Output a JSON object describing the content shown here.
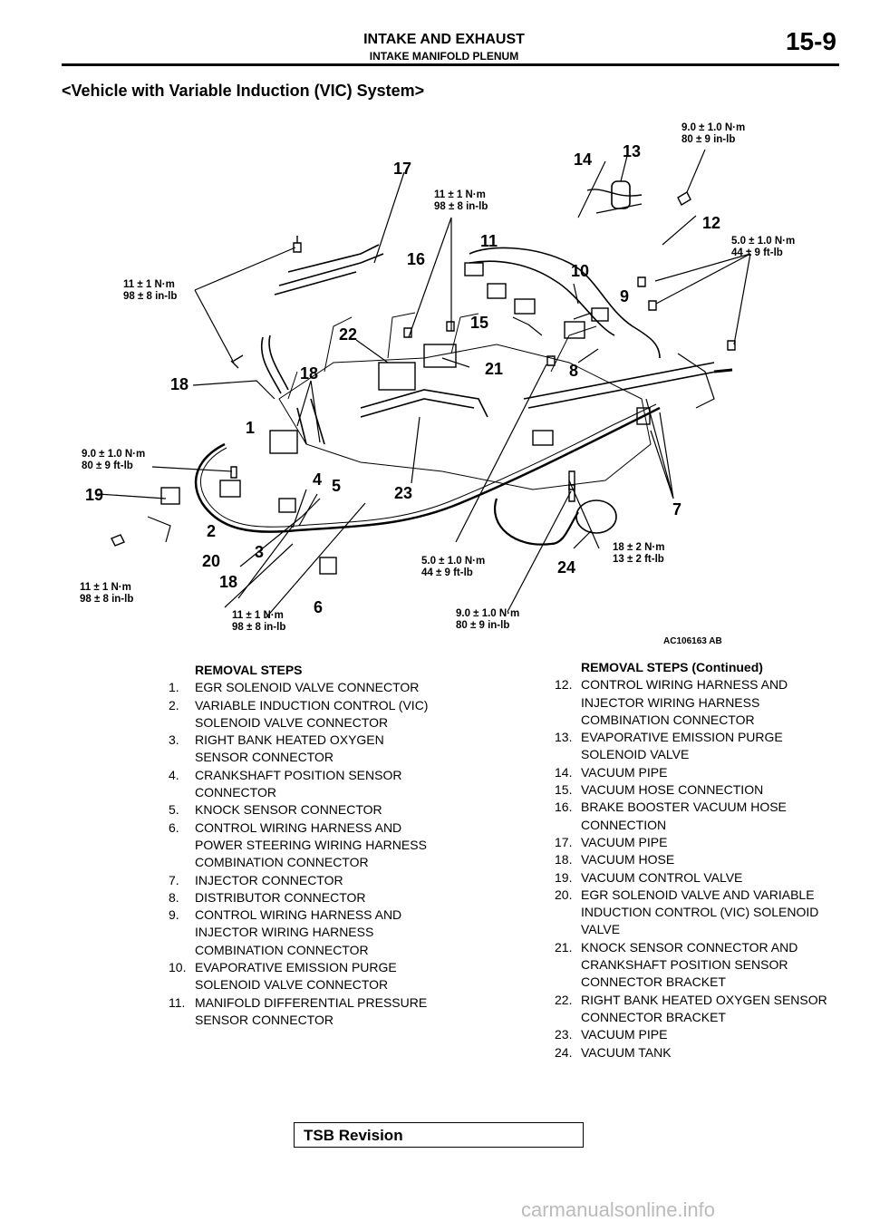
{
  "header": {
    "title": "INTAKE AND EXHAUST",
    "subtitle": "INTAKE MANIFOLD PLENUM",
    "page": "15-9"
  },
  "section_heading": "<Vehicle with Variable Induction (VIC) System>",
  "figure": {
    "code": "AC106163",
    "code_suffix": "AB",
    "callouts": [
      "1",
      "2",
      "3",
      "4",
      "5",
      "6",
      "7",
      "8",
      "9",
      "10",
      "11",
      "12",
      "13",
      "14",
      "15",
      "16",
      "17",
      "18",
      "18",
      "18",
      "19",
      "20",
      "21",
      "22",
      "23",
      "24"
    ],
    "torque": {
      "t1": [
        "9.0 ± 1.0 N·m",
        "80 ± 9 in-lb"
      ],
      "t2": [
        "11 ± 1 N·m",
        "98 ± 8 in-lb"
      ],
      "t3": [
        "5.0 ± 1.0 N·m",
        "44 ± 9 ft-lb"
      ],
      "t4": [
        "11 ± 1 N·m",
        "98 ± 8 in-lb"
      ],
      "t5": [
        "9.0 ± 1.0 N·m",
        "80 ± 9 ft-lb"
      ],
      "t6": [
        "11 ± 1 N·m",
        "98 ± 8 in-lb"
      ],
      "t7": [
        "11 ± 1 N·m",
        "98 ± 8 in-lb"
      ],
      "t8": [
        "5.0 ± 1.0 N·m",
        "44 ± 9 ft-lb"
      ],
      "t9": [
        "9.0 ± 1.0 N·m",
        "80 ± 9 in-lb"
      ],
      "t10": [
        "18 ± 2 N·m",
        "13 ± 2 ft-lb"
      ]
    }
  },
  "removal_left": {
    "heading": "REMOVAL STEPS",
    "items": [
      {
        "n": "1.",
        "t": "EGR SOLENOID VALVE CONNECTOR"
      },
      {
        "n": "2.",
        "t": "VARIABLE INDUCTION CONTROL (VIC) SOLENOID VALVE CONNECTOR"
      },
      {
        "n": "3.",
        "t": "RIGHT BANK HEATED OXYGEN SENSOR CONNECTOR"
      },
      {
        "n": "4.",
        "t": "CRANKSHAFT POSITION SENSOR CONNECTOR"
      },
      {
        "n": "5.",
        "t": "KNOCK SENSOR CONNECTOR"
      },
      {
        "n": "6.",
        "t": "CONTROL WIRING HARNESS AND POWER STEERING WIRING HARNESS COMBINATION CONNECTOR"
      },
      {
        "n": "7.",
        "t": "INJECTOR CONNECTOR"
      },
      {
        "n": "8.",
        "t": "DISTRIBUTOR CONNECTOR"
      },
      {
        "n": "9.",
        "t": "CONTROL WIRING HARNESS AND INJECTOR WIRING HARNESS COMBINATION CONNECTOR"
      },
      {
        "n": "10.",
        "t": "EVAPORATIVE EMISSION PURGE SOLENOID VALVE CONNECTOR"
      },
      {
        "n": "11.",
        "t": "MANIFOLD DIFFERENTIAL PRESSURE SENSOR CONNECTOR"
      }
    ]
  },
  "removal_right": {
    "heading": "REMOVAL STEPS (Continued)",
    "items": [
      {
        "n": "12.",
        "t": "CONTROL WIRING HARNESS AND INJECTOR WIRING HARNESS COMBINATION CONNECTOR"
      },
      {
        "n": "13.",
        "t": "EVAPORATIVE EMISSION PURGE SOLENOID VALVE"
      },
      {
        "n": "14.",
        "t": "VACUUM PIPE"
      },
      {
        "n": "15.",
        "t": "VACUUM HOSE CONNECTION"
      },
      {
        "n": "16.",
        "t": "BRAKE BOOSTER VACUUM HOSE CONNECTION"
      },
      {
        "n": "17.",
        "t": "VACUUM PIPE"
      },
      {
        "n": "18.",
        "t": "VACUUM HOSE"
      },
      {
        "n": "19.",
        "t": "VACUUM CONTROL VALVE"
      },
      {
        "n": "20.",
        "t": " EGR SOLENOID VALVE AND VARIABLE INDUCTION CONTROL (VIC) SOLENOID VALVE"
      },
      {
        "n": "21.",
        "t": "KNOCK SENSOR CONNECTOR AND CRANKSHAFT POSITION SENSOR CONNECTOR BRACKET"
      },
      {
        "n": "22.",
        "t": "RIGHT BANK HEATED OXYGEN SENSOR CONNECTOR BRACKET"
      },
      {
        "n": "23.",
        "t": "VACUUM PIPE"
      },
      {
        "n": "24.",
        "t": "VACUUM TANK"
      }
    ]
  },
  "footer": {
    "tsb": "TSB Revision"
  },
  "watermark": "carmanualsonline.info"
}
